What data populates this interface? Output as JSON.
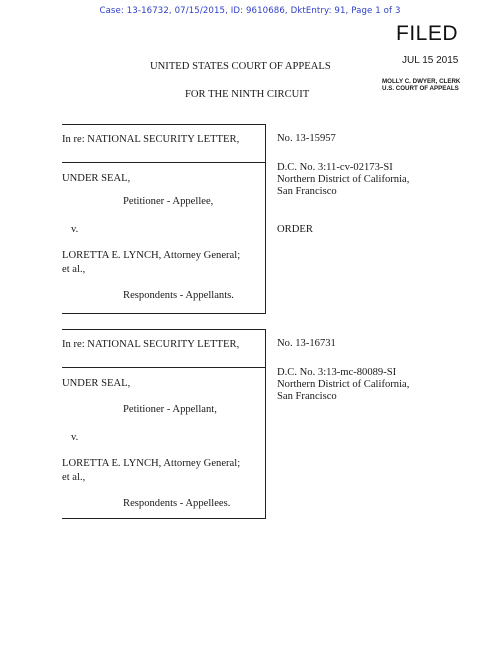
{
  "header": {
    "case_line": "Case: 13-16732, 07/15/2015, ID: 9610686, DktEntry: 91, Page 1 of 3",
    "case_line_color": "#2f3fc7"
  },
  "stamp": {
    "filed": "FILED",
    "date": "JUL 15 2015",
    "clerk_name": "MOLLY C. DWYER, CLERK",
    "clerk_office": "U.S. COURT OF APPEALS"
  },
  "court": {
    "title": "UNITED STATES COURT OF APPEALS",
    "subtitle": "FOR THE NINTH CIRCUIT"
  },
  "cases": [
    {
      "caption_line": "In re: NATIONAL SECURITY LETTER,",
      "party1": "UNDER SEAL,",
      "party1_role": "Petitioner - Appellee,",
      "versus": "v.",
      "party2_line1": "LORETTA E. LYNCH, Attorney General;",
      "party2_line2": "et al.,",
      "party2_role": "Respondents - Appellants.",
      "number": "No. 13-15957",
      "dc_number": "D.C. No. 3:11-cv-02173-SI",
      "district": "Northern District of California,",
      "city": "San Francisco",
      "doc_type": "ORDER"
    },
    {
      "caption_line": "In re: NATIONAL SECURITY LETTER,",
      "party1": "UNDER SEAL,",
      "party1_role": "Petitioner - Appellant,",
      "versus": "v.",
      "party2_line1": "LORETTA E. LYNCH, Attorney General;",
      "party2_line2": "et al.,",
      "party2_role": "Respondents - Appellees.",
      "number": "No. 13-16731",
      "dc_number": "D.C. No. 3:13-mc-80089-SI",
      "district": "Northern District of California,",
      "city": "San Francisco"
    }
  ]
}
